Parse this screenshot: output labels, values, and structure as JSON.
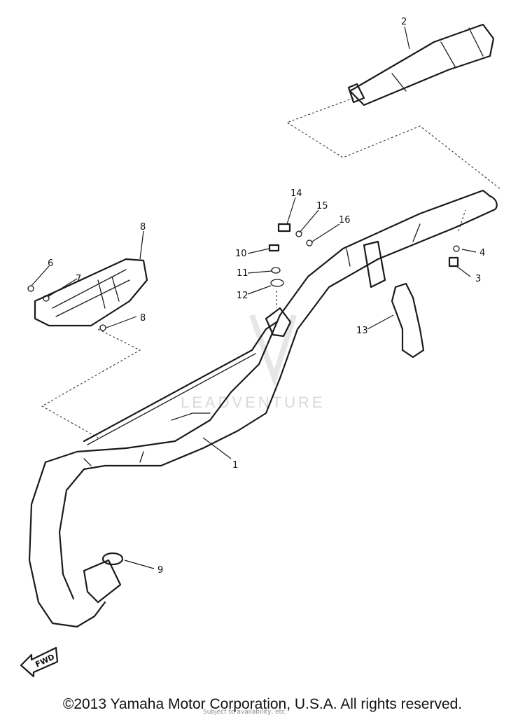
{
  "watermark": "LEADVENTURE",
  "fwd_label": "FWD",
  "copyright": "©2013 Yamaha Motor Corporation, U.S.A. All rights reserved.",
  "faint_text": "Subject to availability, etc.",
  "callouts": [
    "1",
    "2",
    "3",
    "4",
    "6",
    "7",
    "8",
    "9",
    "10",
    "11",
    "12",
    "13",
    "14",
    "15",
    "16",
    "8"
  ],
  "icons": {
    "fwd": "fwd-arrow-icon"
  }
}
